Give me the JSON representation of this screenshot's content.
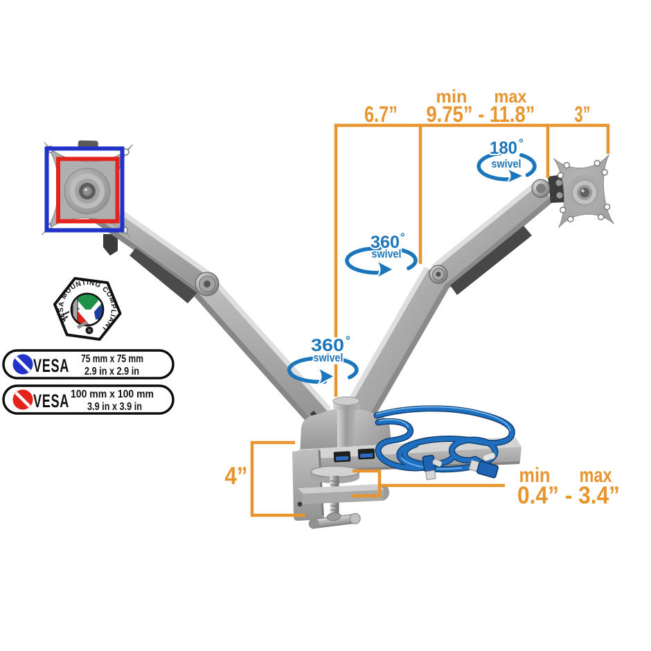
{
  "image_type": "product dimension diagram of a dual monitor desk mount arm",
  "colors": {
    "background": "#ffffff",
    "annotation_orange": "#E8952F",
    "annotation_blue": "#1B76BC",
    "vesa75_indicator": "#2032C8",
    "vesa100_indicator": "#E3241D",
    "cable_blue": "#1E6FC0",
    "product_grey": "#b4b4b4"
  },
  "dimensions_top": {
    "arm_reach": "6.7”",
    "min_label": "min",
    "max_label": "max",
    "height_range": "9.75” - 11.8”",
    "plate_width": "3”"
  },
  "swivel": {
    "deg_180": "180",
    "deg_360": "360",
    "degree": "°",
    "label": "swivel"
  },
  "clamp": {
    "height": "4”",
    "min_label": "min",
    "max_label": "max",
    "thickness_range": "0.4” - 3.4”"
  },
  "badge": {
    "arc_text": "VESA MOUNTING COMPLIANT"
  },
  "legend": {
    "items": [
      {
        "label": "VESA",
        "size_mm": "75 mm x 75 mm",
        "size_in": "2.9 in x 2.9 in",
        "indicator_color": "#2032C8"
      },
      {
        "label": "VESA",
        "size_mm": "100 mm x 100 mm",
        "size_in": "3.9 in x 3.9 in",
        "indicator_color": "#E3241D"
      }
    ]
  }
}
